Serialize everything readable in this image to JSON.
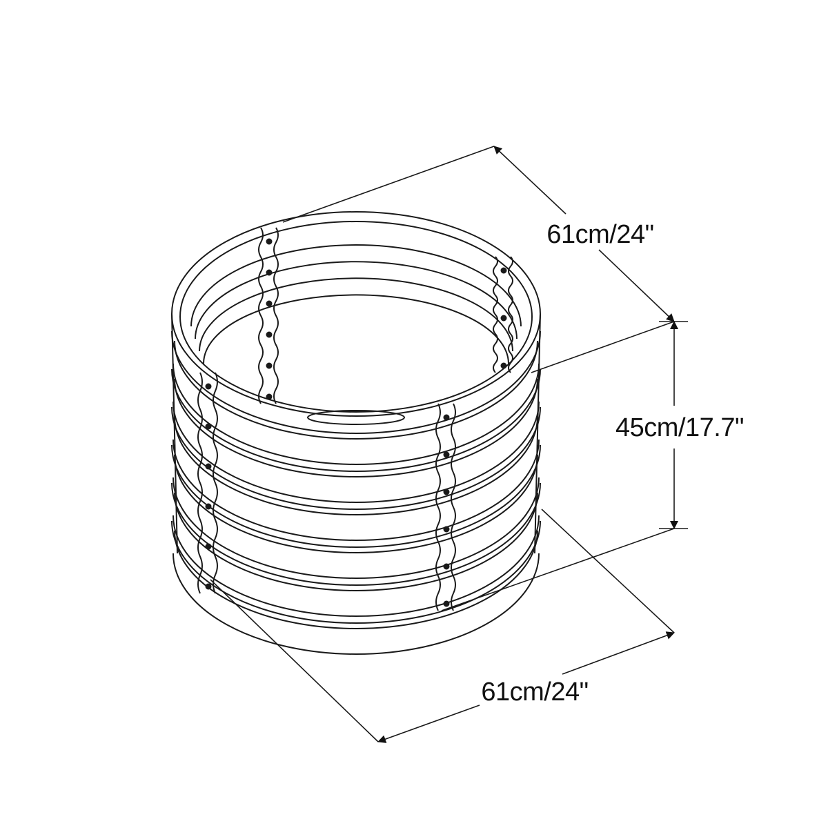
{
  "dimensions": {
    "depth_label": "61cm/24\"",
    "height_label": "45cm/17.7\"",
    "width_label": "61cm/24\""
  },
  "colors": {
    "line": "#1a1a1a",
    "background": "#ffffff"
  },
  "bed": {
    "ring_count": 6,
    "rivets_per_seam": 6
  }
}
